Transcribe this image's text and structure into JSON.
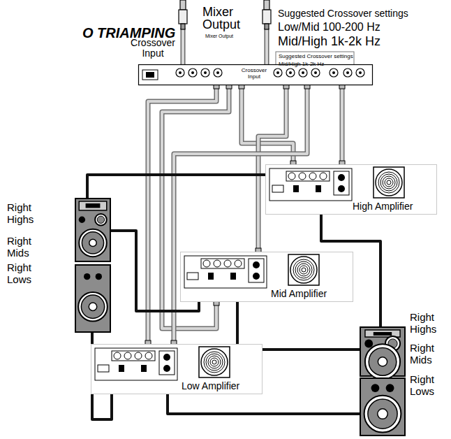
{
  "diagram": {
    "title": "O TRIAMPING",
    "nodes": [
      {
        "text": [
          "Crossover Input"
        ]
      },
      {
        "text": [
          "High Amplifier"
        ]
      },
      {
        "text": [
          "Mid Amplifier"
        ]
      },
      {
        "text": [
          "Low Amplifier"
        ]
      },
      {
        "text": [
          "Right Highs",
          "Right Mids"
        ]
      },
      {
        "text": [
          "Right Lows"
        ]
      },
      {
        "text": [
          "Right Highs",
          "Right Mids"
        ]
      },
      {
        "text": [
          "Right Lows"
        ]
      }
    ],
    "edges": [
      {
        "from": 0,
        "to": 1,
        "arrow": "none"
      },
      {
        "from": 0,
        "to": 1,
        "arrow": "none"
      },
      {
        "from": 0,
        "to": 2,
        "arrow": "none"
      },
      {
        "from": 0,
        "to": 2,
        "arrow": "none"
      },
      {
        "from": 0,
        "to": 3,
        "arrow": "none"
      },
      {
        "from": 0,
        "to": 3,
        "arrow": "none"
      },
      {
        "from": 1,
        "to": 4,
        "arrow": "none"
      },
      {
        "from": 1,
        "to": 6,
        "arrow": "none"
      },
      {
        "from": 2,
        "to": 4,
        "arrow": "none"
      },
      {
        "from": 2,
        "to": 6,
        "arrow": "none"
      },
      {
        "from": 3,
        "to": 5,
        "arrow": "none"
      },
      {
        "from": 3,
        "to": 7,
        "arrow": "none"
      }
    ],
    "labels": [
      "Mixer Output",
      "Mixer Output",
      "Crossover Input",
      "Suggested Crossover settings",
      "Low/Mid 100-200 Hz",
      "Mid/High 1k-2k Hz",
      "Suggested Crossover settings",
      "Mid/High 1k-2k Hz"
    ]
  }
}
